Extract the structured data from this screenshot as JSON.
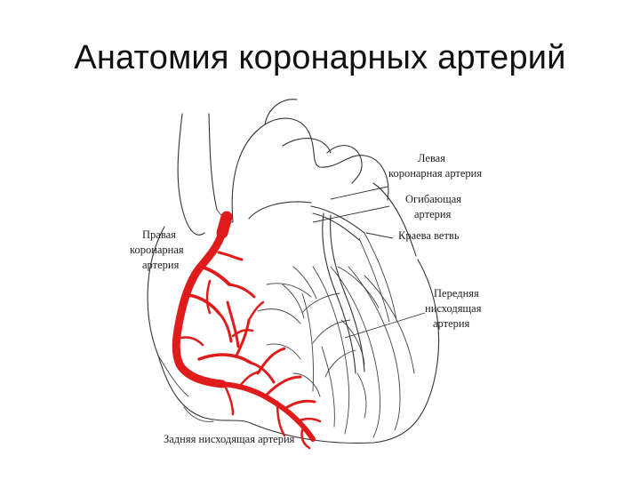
{
  "title": "Анатомия коронарных артерий",
  "labels": {
    "left_coronary": [
      "Левая",
      "коронарная артерия"
    ],
    "circumflex": [
      "Огибающая",
      "артерия"
    ],
    "marginal": "Краева ветвь",
    "right_coronary": [
      "Правая",
      "коронарная",
      "артерия"
    ],
    "anterior_descending": [
      "Передняя",
      "нисходящая",
      "артерия"
    ],
    "posterior_descending": "Задняя нисходящая артерия"
  },
  "colors": {
    "right_coronary_artery": "#e01b1b",
    "outline": "#333333"
  }
}
